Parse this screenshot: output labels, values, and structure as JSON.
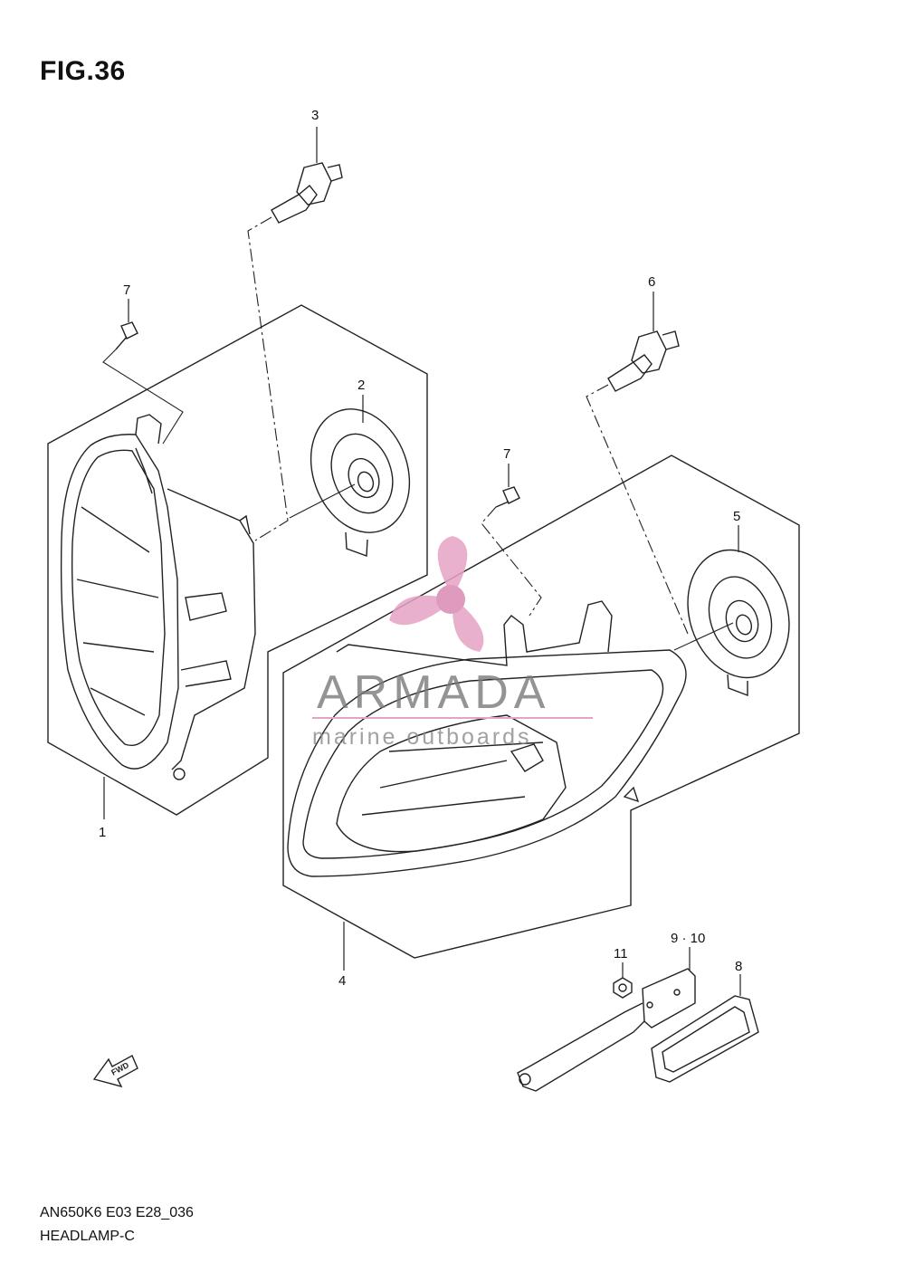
{
  "figure": {
    "title": "FIG.36",
    "code": "AN650K6 E03 E28_036",
    "subtitle": "HEADLAMP-C"
  },
  "callouts": {
    "c1": "1",
    "c2": "2",
    "c3": "3",
    "c4": "4",
    "c5": "5",
    "c6": "6",
    "c7a": "7",
    "c7b": "7",
    "c8": "8",
    "c910": "9 · 10",
    "c11": "11"
  },
  "fwd_label": "FWD",
  "watermark": {
    "brand": "ARMADA",
    "tagline": "marine outboards",
    "accent_color": "#e6a3c6"
  }
}
